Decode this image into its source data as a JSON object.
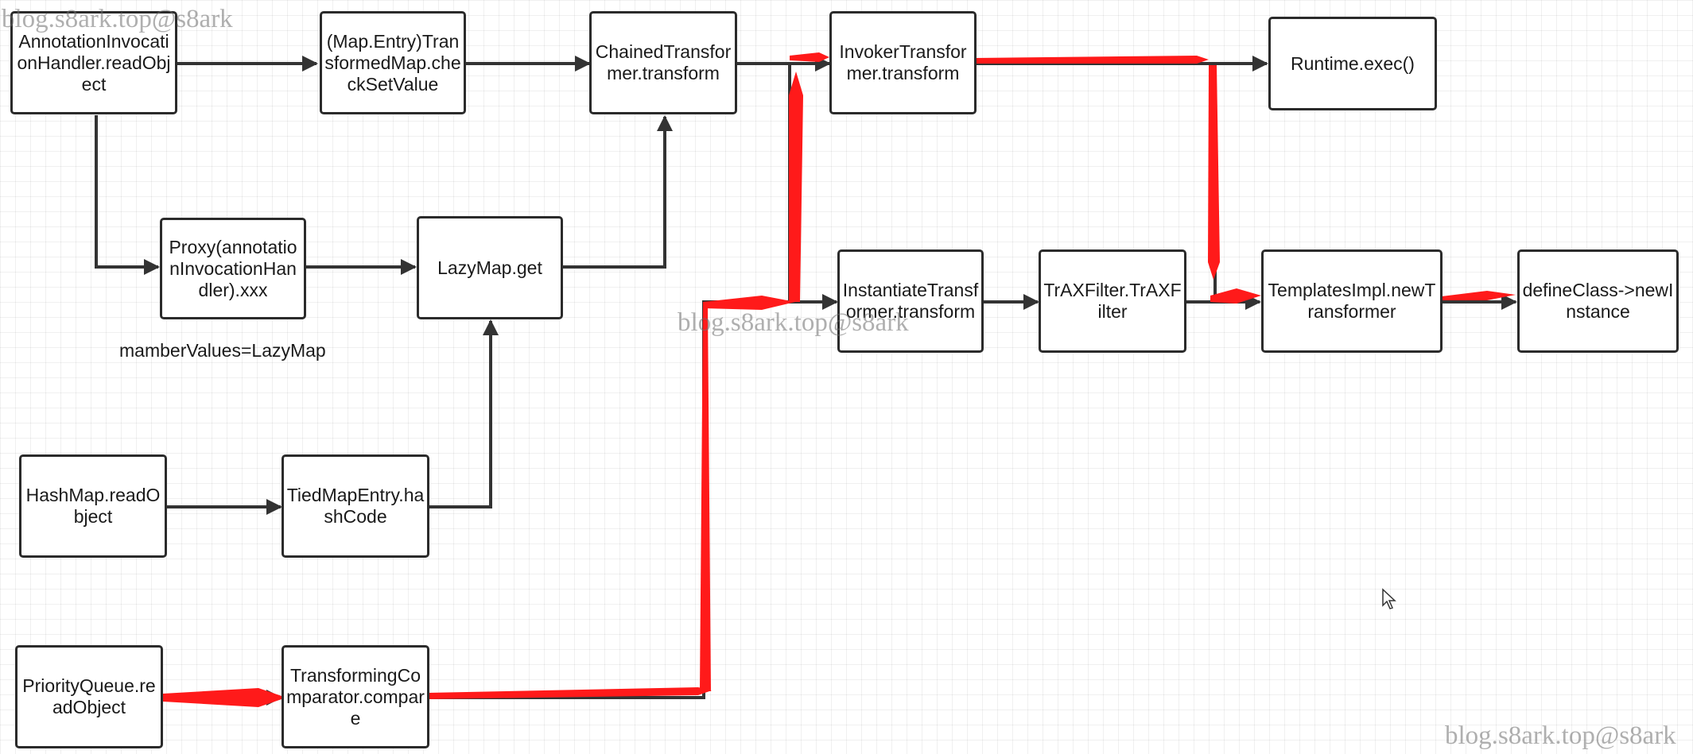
{
  "nodes": {
    "annotation_handler": "AnnotationInvocationHandler.readObject",
    "checksetvalue": "(Map.Entry)TransformedMap.checkSetValue",
    "chained": "ChainedTransformer.transform",
    "invoker": "InvokerTransformer.transform",
    "runtime_exec": "Runtime.exec()",
    "proxy": "Proxy(annotationInvocationHandler).xxx",
    "lazymap_get": "LazyMap.get",
    "instantiate": "InstantiateTransformer.transform",
    "traxfilter": "TrAXFilter.TrAXFilter",
    "templatesimpl": "TemplatesImpl.newTransformer",
    "defineclass": "defineClass->newInstance",
    "hashmap": "HashMap.readObject",
    "tiedmapentry": "TiedMapEntry.hashCode",
    "priorityqueue": "PriorityQueue.readObject",
    "comparator": "TransformingComparator.compare"
  },
  "labels": {
    "member_values": "mamberValues=LazyMap"
  },
  "watermarks": {
    "top_left": "blog.s8ark.top@s8ark",
    "center": "blog.s8ark.top@s8ark",
    "bottom_right": "blog.s8ark.top@s8ark"
  },
  "colors": {
    "box_border": "#2b2b2b",
    "connector": "#333333",
    "highlight_path": "#ff1a1a"
  }
}
